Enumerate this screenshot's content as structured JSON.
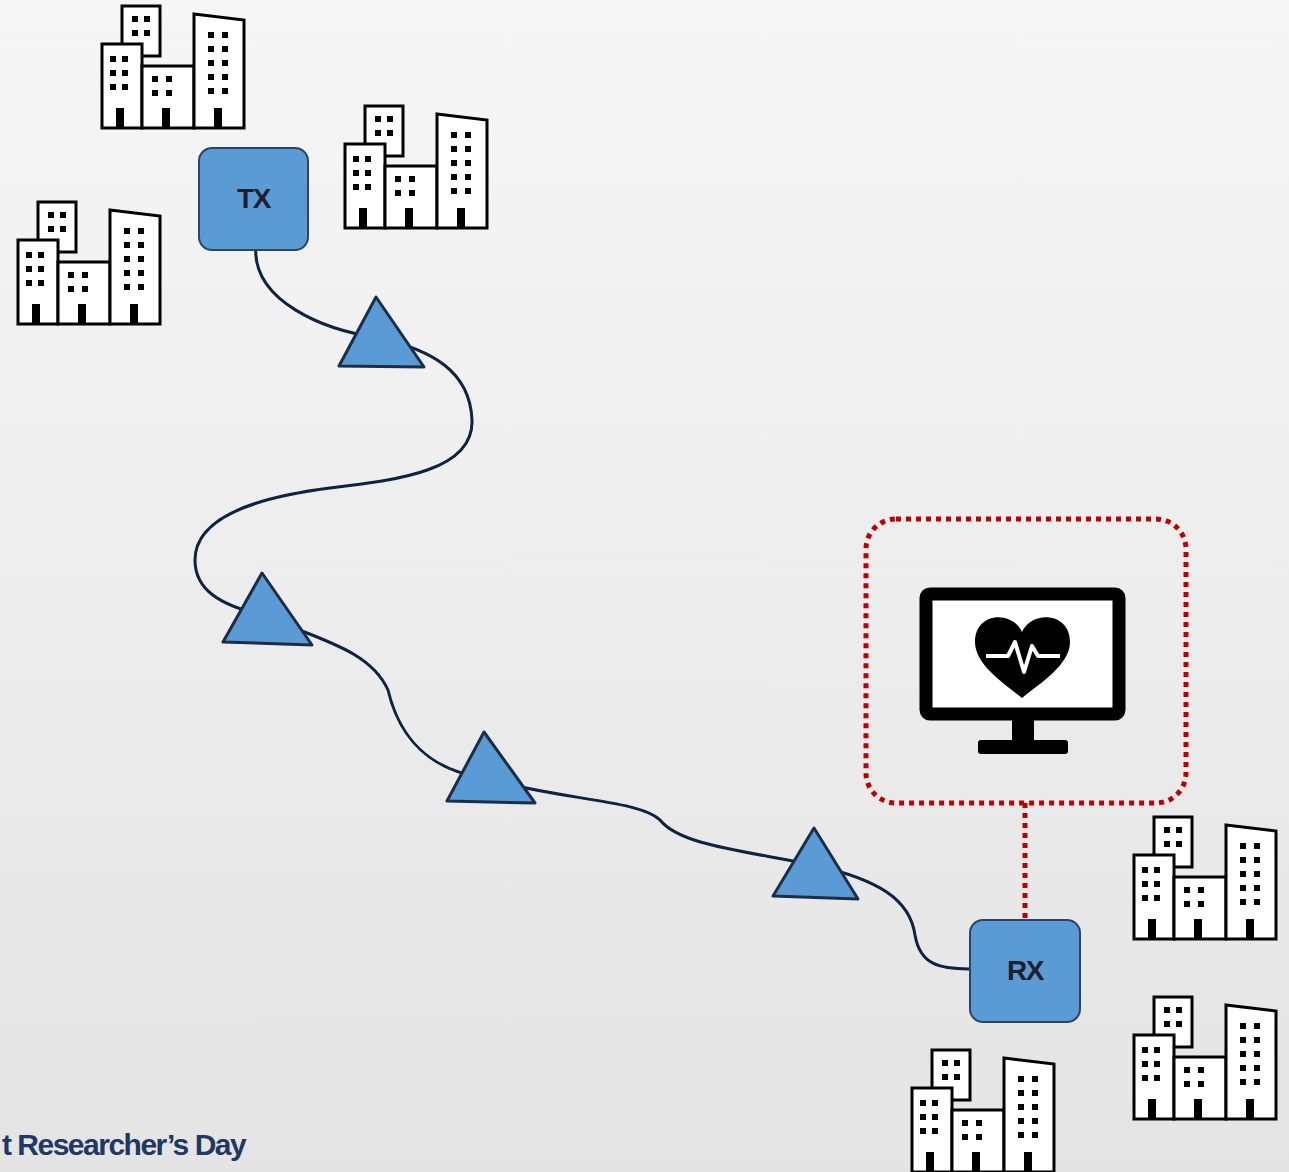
{
  "diagram": {
    "nodes": [
      {
        "text": [
          "TX"
        ]
      },
      {
        "text": [
          "RX"
        ]
      }
    ],
    "edges": [
      {
        "from": 0,
        "to": 1,
        "arrow": "none"
      }
    ],
    "labels": [
      "t Researcher’s Day"
    ]
  }
}
